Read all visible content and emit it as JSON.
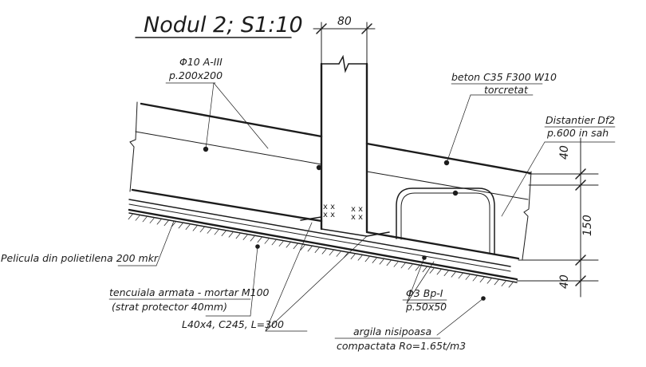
{
  "title": "Nodul 2; S1:10",
  "dimensions": {
    "plate_width": "80",
    "layer_top": "40",
    "slab_mid": "150",
    "layer_bottom": "40"
  },
  "labels": {
    "rebar_line1": "Φ10 A-III",
    "rebar_line2": "p.200x200",
    "concrete_line1": "beton C35 F300 W10",
    "concrete_line2": "torcretat",
    "spacer_line1": "Distantier Df2",
    "spacer_line2": "p.600 in sah",
    "film": "Pelicula din polietilena 200 mkr",
    "plaster_line1": "tencuiala armata - mortar M100",
    "plaster_line2": "(strat protector 40mm)",
    "wire_line1": "Φ3 Bp-I",
    "wire_line2": "p.50x50",
    "angle": "L40x4, C245, L=300",
    "clay_line1": "argila nisipoasa",
    "clay_line2": "compactata Ro=1.65t/m3"
  }
}
